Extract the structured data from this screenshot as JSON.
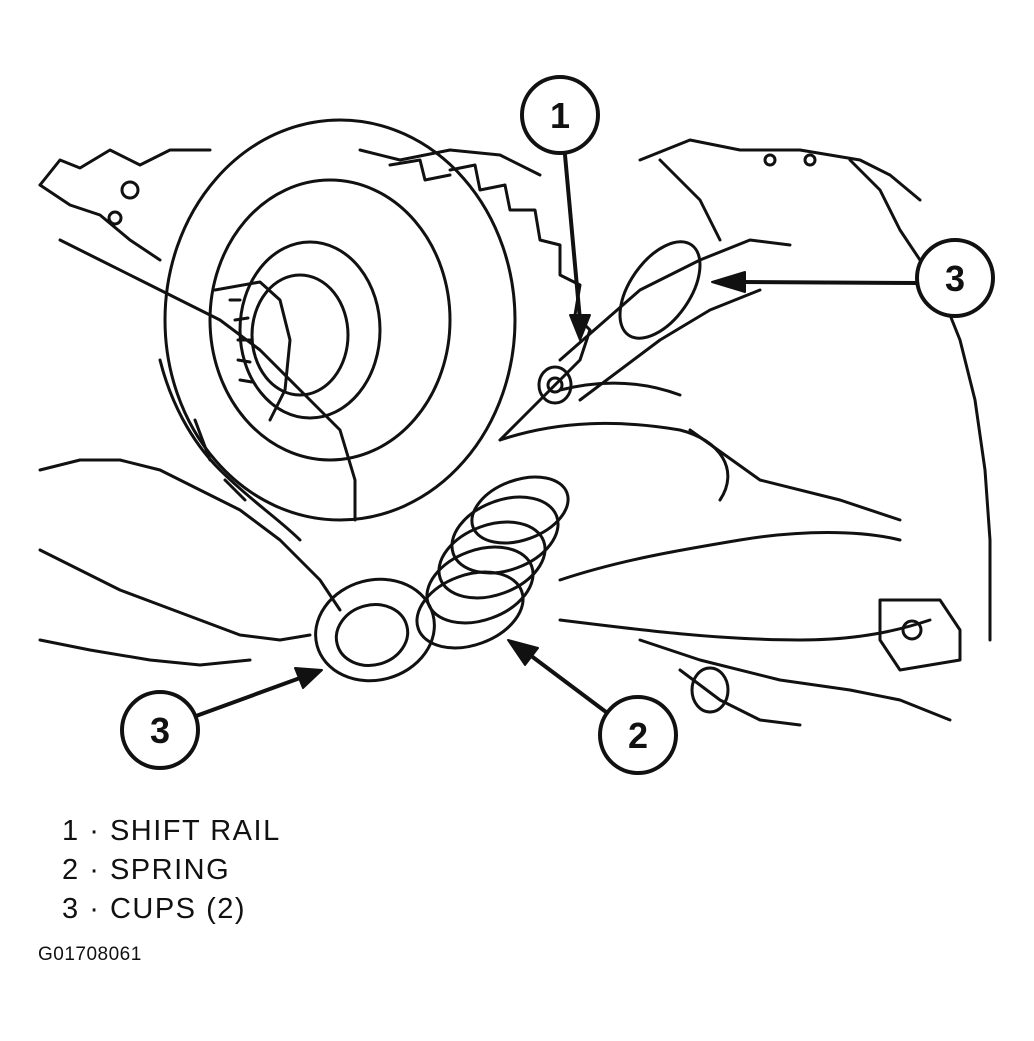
{
  "callouts": [
    {
      "number": "1"
    },
    {
      "number": "3"
    },
    {
      "number": "3"
    },
    {
      "number": "2"
    }
  ],
  "legend": [
    {
      "number": "1",
      "separator": "·",
      "label": "SHIFT RAIL"
    },
    {
      "number": "2",
      "separator": "·",
      "label": "SPRING"
    },
    {
      "number": "3",
      "separator": "·",
      "label": "CUPS (2)"
    }
  ],
  "figure_id": "G01708061",
  "colors": {
    "ink": "#111111",
    "paper": "#ffffff"
  }
}
